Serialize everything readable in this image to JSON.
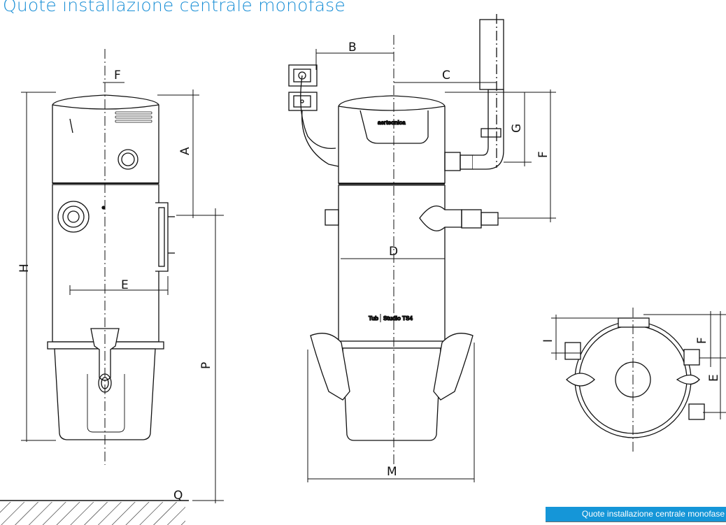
{
  "title": "Quote installazione centrale monofase",
  "labels": {
    "F_left": "F",
    "A": "A",
    "H": "H",
    "E_left": "E",
    "P": "P",
    "Q": "Q",
    "B": "B",
    "C": "C",
    "G": "G",
    "F_right": "F",
    "D": "D",
    "M": "M",
    "I": "I",
    "F_top": "F",
    "E_top": "E"
  },
  "brand": {
    "model": "Tub",
    "series": "Studio TS4",
    "logo": "aertecnica"
  },
  "table": {
    "header": "Quote installazione centrale monofase"
  },
  "colors": {
    "accent": "#1a8fd6",
    "table_header": "#1596d8",
    "line": "#111111"
  }
}
